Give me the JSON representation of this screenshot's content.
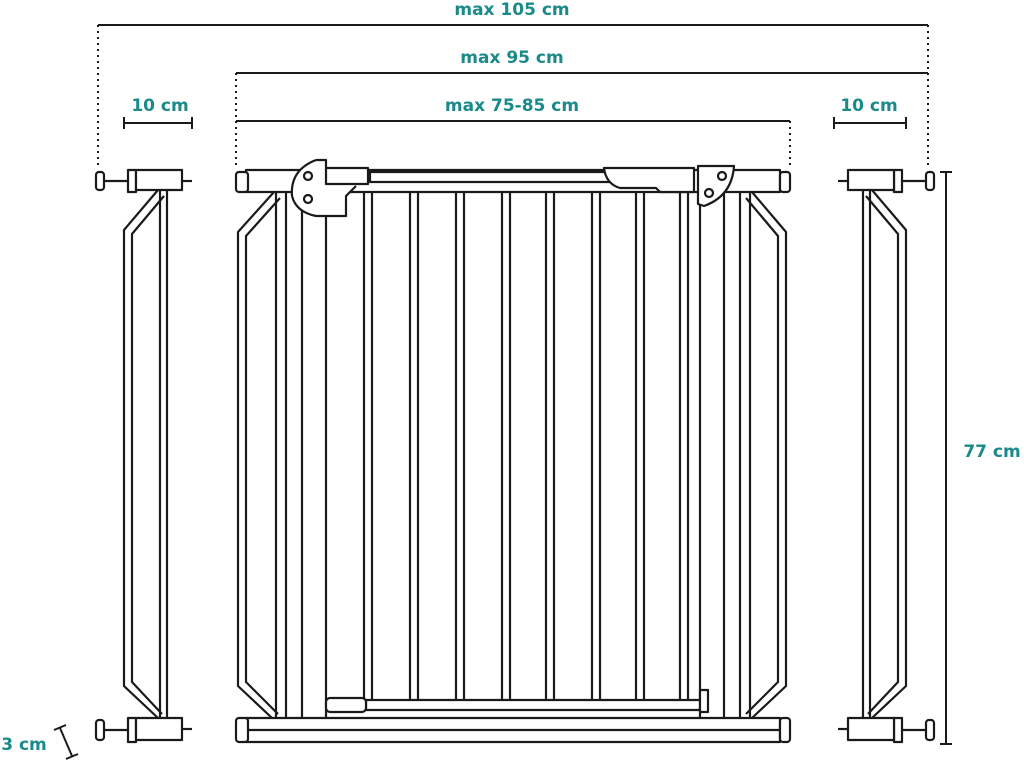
{
  "dimensions": {
    "total_width_max": "max 105 cm",
    "with_one_extension_max": "max 95 cm",
    "gate_width_range": "max 75-85 cm",
    "left_extension_width": "10 cm",
    "right_extension_width": "10 cm",
    "height": "77 cm",
    "rail_depth": "3 cm"
  },
  "colors": {
    "label": "#1a8a8a",
    "line": "#1a1a1a"
  }
}
